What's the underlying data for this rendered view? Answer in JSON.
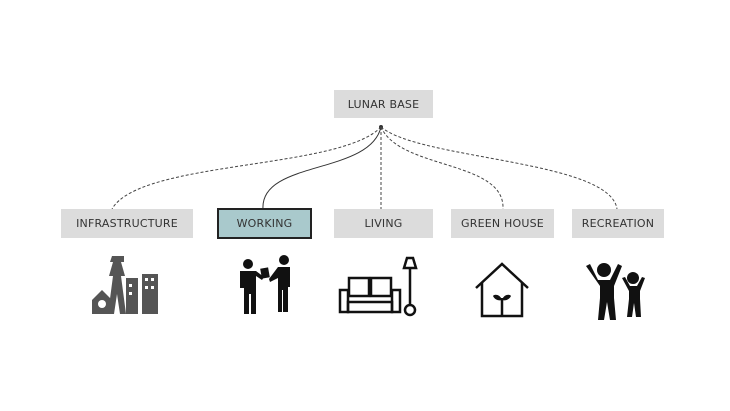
{
  "root": {
    "label": "LUNAR BASE"
  },
  "nodes": [
    {
      "label": "INFRASTRUCTURE",
      "icon": "power-tower-city-icon",
      "connection": "dashed"
    },
    {
      "label": "WORKING",
      "icon": "people-handshake-icon",
      "connection": "solid",
      "selected": true
    },
    {
      "label": "LIVING",
      "icon": "sofa-lamp-icon",
      "connection": "dashed"
    },
    {
      "label": "GREEN HOUSE",
      "icon": "house-plant-icon",
      "connection": "dashed"
    },
    {
      "label": "RECREATION",
      "icon": "cheering-people-icon",
      "connection": "dashed"
    }
  ],
  "colors": {
    "box": "#dcdcdc",
    "selected": "#a9c9cc",
    "icon": "#111111"
  }
}
